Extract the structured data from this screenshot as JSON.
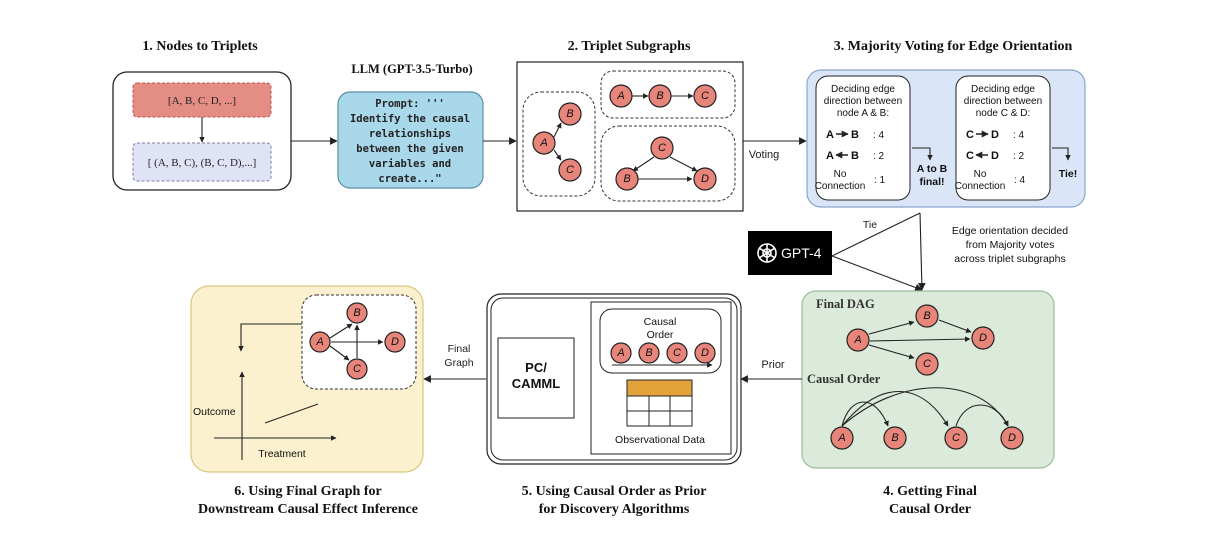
{
  "colors": {
    "node_fill": "#e8857a",
    "box_red": "#e38d85",
    "box_lavender": "#dfe3f5",
    "prompt_blue": "#a9d8ea",
    "voting_bg": "#dae6f7",
    "green_bg": "#dceadb",
    "yellow_bg": "#fbf1cf",
    "table_header": "#e3a23a"
  },
  "step1": {
    "title": "1. Nodes to Triplets",
    "nodes_box": "[A, B, C, D, ...]",
    "triplets_box": "[ (A, B, C), (B, C, D),...]"
  },
  "llm": {
    "label": "LLM (GPT-3.5-Turbo)",
    "prompt_lines": [
      "Prompt: '''",
      "Identify the causal",
      "relationships",
      "between the given",
      "variables and",
      "create...\""
    ]
  },
  "step2": {
    "title": "2. Triplet Subgraphs",
    "nodes": [
      "A",
      "B",
      "C"
    ],
    "nodes2": [
      "C",
      "B",
      "D"
    ]
  },
  "voting_label": "Voting",
  "step3": {
    "title": "3. Majority Voting for Edge Orientation",
    "left_card": {
      "heading": [
        "Deciding edge",
        "direction between",
        "node A & B:"
      ],
      "row1_a": "A",
      "row1_b": "B",
      "row1_count": ": 4",
      "row2_a": "A",
      "row2_b": "B",
      "row2_count": ": 2",
      "row3_line1": "No",
      "row3_line2": "Connection",
      "row3_count": ": 1",
      "result": [
        "A to B",
        "final!"
      ]
    },
    "right_card": {
      "heading": [
        "Deciding edge",
        "direction between",
        "node C & D:"
      ],
      "row1_a": "C",
      "row1_b": "D",
      "row1_count": ": 4",
      "row2_a": "C",
      "row2_b": "D",
      "row2_count": ": 2",
      "row3_line1": "No",
      "row3_line2": "Connection",
      "row3_count": ": 4",
      "result": [
        "Tie!"
      ]
    }
  },
  "tie_label": "Tie",
  "gpt4_label": "GPT-4",
  "edge_note": [
    "Edge orientation decided",
    "from Majority votes",
    "across triplet subgraphs"
  ],
  "step4": {
    "title": [
      "4. Getting Final",
      "Causal Order"
    ],
    "dag_label": "Final DAG",
    "order_label": "Causal Order",
    "nodes": [
      "A",
      "B",
      "C",
      "D"
    ]
  },
  "prior_label": "Prior",
  "step5": {
    "title": [
      "5. Using Causal Order as Prior",
      "for Discovery Algorithms"
    ],
    "algo": [
      "PC/",
      "CAMML"
    ],
    "causal_order_title": [
      "Causal",
      "Order"
    ],
    "order_nodes": [
      "A",
      "B",
      "C",
      "D"
    ],
    "obs_label": "Observational Data"
  },
  "final_graph_label": [
    "Final",
    "Graph"
  ],
  "step6": {
    "title": [
      "6. Using Final Graph for",
      "Downstream Causal Effect Inference"
    ],
    "outcome": "Outcome",
    "treatment": "Treatment",
    "nodes": [
      "A",
      "B",
      "C",
      "D"
    ]
  }
}
